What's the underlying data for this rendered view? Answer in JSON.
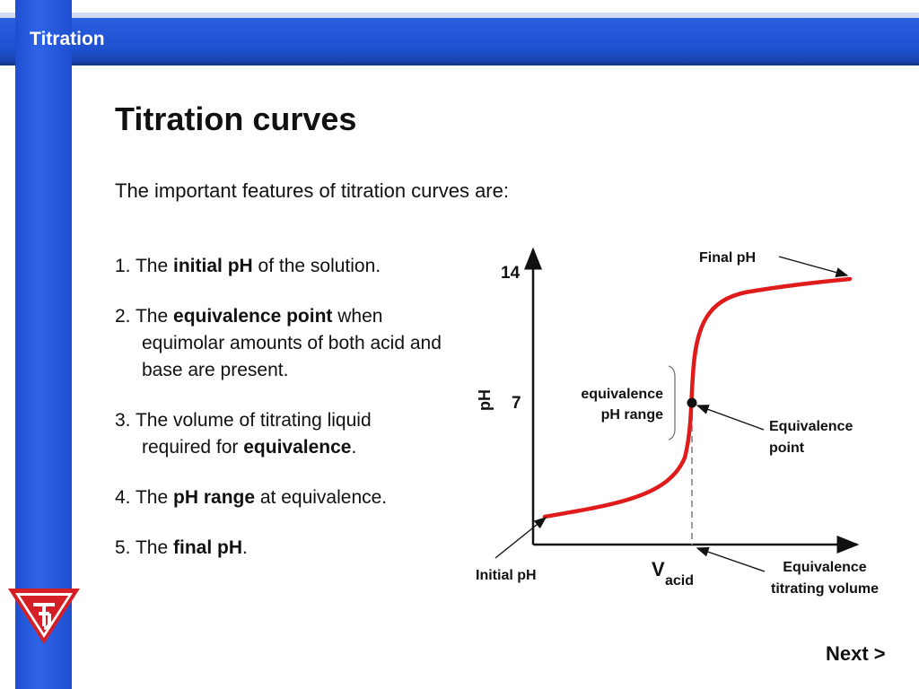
{
  "header": {
    "title": "Titration"
  },
  "slide": {
    "title": "Titration curves",
    "intro": "The important features of titration curves are:",
    "features": [
      {
        "n": "1.",
        "a": "The ",
        "b": "initial pH",
        "c": " of the solution.",
        "d": ""
      },
      {
        "n": "2.",
        "a": "The ",
        "b": "equivalence point",
        "c": " when",
        "d": "equimolar amounts of both acid and base are present."
      },
      {
        "n": "3.",
        "a": "The volume of titrating liquid",
        "b": "",
        "c": "",
        "d_pre": "required for ",
        "d_bold": "equivalence",
        "d_post": "."
      },
      {
        "n": "4.",
        "a": "The ",
        "b": "pH range",
        "c": " at equivalence.",
        "d": ""
      },
      {
        "n": "5.",
        "a": "The ",
        "b": "final pH",
        "c": ".",
        "d": ""
      }
    ]
  },
  "diagram": {
    "ylabel": "pH",
    "tick_14": "14",
    "tick_7": "7",
    "xlabel_main": "V",
    "xlabel_sub": "acid",
    "final_ph": "Final pH",
    "equiv_range_1": "equivalence",
    "equiv_range_2": "pH range",
    "equiv_point_1": "Equivalence",
    "equiv_point_2": "point",
    "initial_ph": "Initial pH",
    "equiv_vol_1": "Equivalence",
    "equiv_vol_2": "titrating volume",
    "curve_color": "#e01b1b"
  },
  "nav": {
    "next": "Next >"
  }
}
